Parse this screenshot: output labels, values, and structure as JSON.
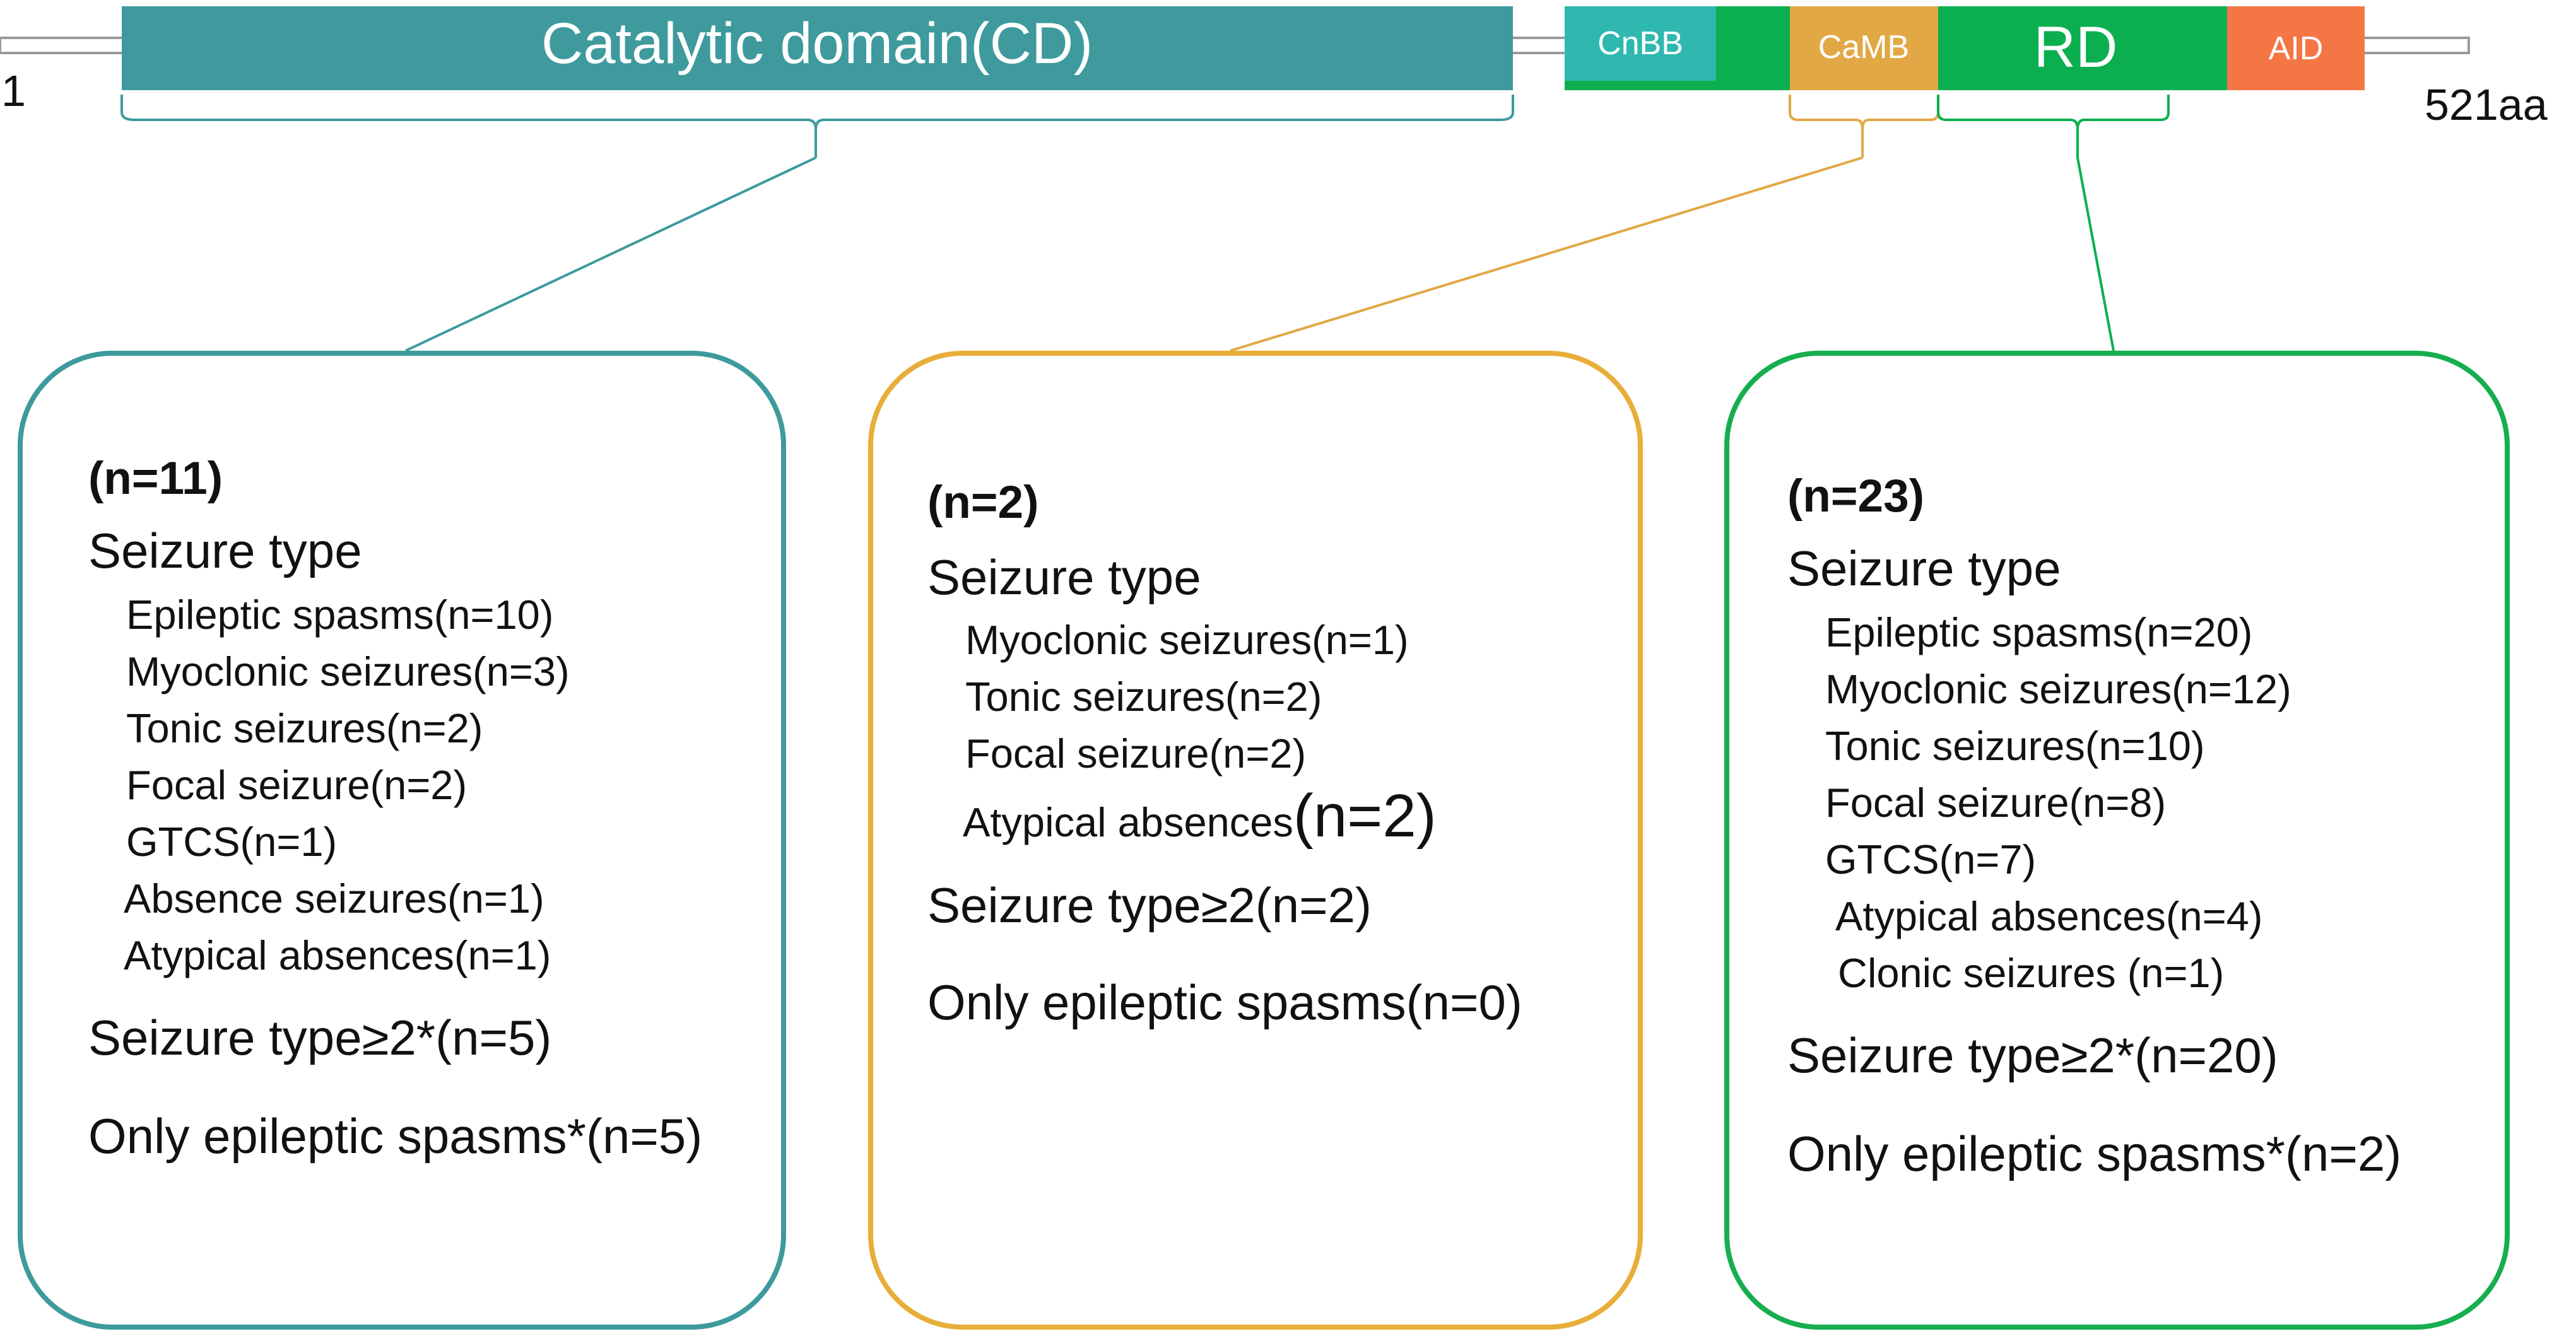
{
  "protein": {
    "start_label": "1",
    "end_label": "521aa"
  },
  "domains": {
    "cd": {
      "label": "Catalytic domain(CD)",
      "color": "#3E9A9C"
    },
    "cnbb": {
      "label": "CnBB",
      "color": "#2EB8B0"
    },
    "camb": {
      "label": "CaMB",
      "color": "#E1A845"
    },
    "rd": {
      "label": "RD",
      "color": "#0CAF4F"
    },
    "aid": {
      "label": "AID",
      "color": "#F47645"
    }
  },
  "panels": {
    "cd": {
      "border_color": "#3E9A9C",
      "count": "(n=11)",
      "heading": "Seizure type",
      "items": [
        "Epileptic spasms(n=10)",
        "Myoclonic seizures(n=3)",
        "Tonic seizures(n=2)",
        "Focal seizure(n=2)",
        "GTCS(n=1)",
        "Absence seizures(n=1)",
        "Atypical absences(n=1)"
      ],
      "summary1": "Seizure type≥2*(n=5)",
      "summary2": "Only epileptic spasms*(n=5)"
    },
    "camb": {
      "border_color": "#E8AE3A",
      "count": "(n=2)",
      "heading": "Seizure type",
      "items": [
        "Myoclonic seizures(n=1)",
        "Tonic seizures(n=2)",
        "Focal seizure(n=2)"
      ],
      "item4_text": "Atypical absences",
      "item4_count": "(n=2)",
      "summary1": "Seizure type≥2(n=2)",
      "summary2": "Only epileptic spasms(n=0)"
    },
    "rd": {
      "border_color": "#16AE4E",
      "count": "(n=23)",
      "heading": "Seizure type",
      "items": [
        "Epileptic spasms(n=20)",
        "Myoclonic seizures(n=12)",
        "Tonic seizures(n=10)",
        "Focal seizure(n=8)",
        "GTCS(n=7)",
        "Atypical absences(n=4)",
        "Clonic seizures (n=1)"
      ],
      "summary1": "Seizure type≥2*(n=20)",
      "summary2": "Only epileptic spasms*(n=2)"
    }
  }
}
